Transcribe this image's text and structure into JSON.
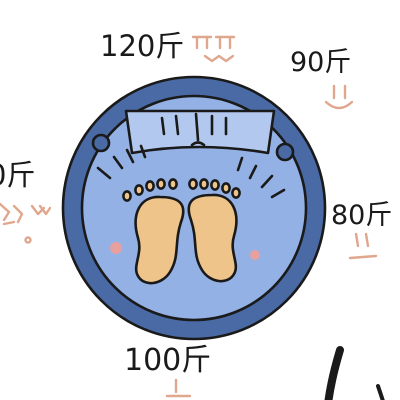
{
  "labels": {
    "top": "120斤",
    "top_right": "90斤",
    "left": "0斤",
    "right": "80斤",
    "bottom": "100斤"
  },
  "colors": {
    "outer_ring": "#4a6aa6",
    "inner_plate": "#93b1e4",
    "display": "#b3c8ee",
    "foot_pad": "#efc48a",
    "blush": "#e6a0a0",
    "face_line": "#e0a78e",
    "ink": "#1a1a1a"
  },
  "icons": {
    "scale": "bathroom-scale-icon",
    "faces": [
      "grimace-face-icon",
      "smile-face-icon",
      "distressed-face-icon",
      "worried-face-icon",
      "neutral-face-icon"
    ]
  }
}
